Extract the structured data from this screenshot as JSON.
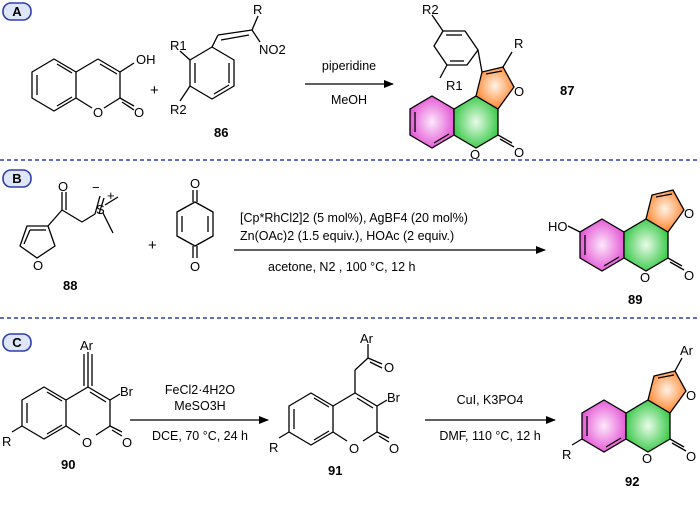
{
  "panels": [
    {
      "label": "A",
      "reagent1": {
        "groups": [
          "OH",
          "O",
          "O"
        ]
      },
      "reagent2": {
        "groups": [
          "R",
          "R1",
          "NO2",
          "R2"
        ],
        "id": "86"
      },
      "conditions": [
        "piperidine",
        "MeOH"
      ],
      "product": {
        "groups": [
          "R2",
          "R1",
          "R",
          "O",
          "O",
          "O"
        ],
        "id": "87"
      }
    },
    {
      "label": "B",
      "reagent1": {
        "groups": [
          "O",
          "O",
          "S"
        ],
        "id": "88"
      },
      "reagent2": {
        "groups": [
          "O",
          "O"
        ]
      },
      "conditions": [
        "[Cp*RhCl2]2 (5 mol%), AgBF4 (20 mol%)",
        "Zn(OAc)2 (1.5 equiv.), HOAc (2 equiv.)",
        "acetone, N2 , 100 °C, 12 h"
      ],
      "product": {
        "groups": [
          "HO",
          "O",
          "O",
          "O"
        ],
        "id": "89"
      }
    },
    {
      "label": "C",
      "reagent1": {
        "groups": [
          "Ar",
          "Br",
          "R",
          "O",
          "O"
        ],
        "id": "90"
      },
      "conditions1": [
        "FeCl2·4H2O",
        "MeSO3H",
        "DCE, 70 °C, 24 h"
      ],
      "intermediate": {
        "groups": [
          "Ar",
          "O",
          "Br",
          "R",
          "O",
          "O"
        ],
        "id": "91"
      },
      "conditions2": [
        "CuI, K3PO4",
        "DMF, 110 °C, 12 h"
      ],
      "product": {
        "groups": [
          "Ar",
          "O",
          "R",
          "O",
          "O"
        ],
        "id": "92"
      }
    }
  ],
  "colors": {
    "furan_ring": "#ff7a1a",
    "benzo_ring": "#e040d0",
    "pyranone_ring": "#22c233",
    "separator": "#2e3ea8",
    "badge_fill": "#dfe6fb",
    "badge_stroke": "#2e3ea8"
  }
}
